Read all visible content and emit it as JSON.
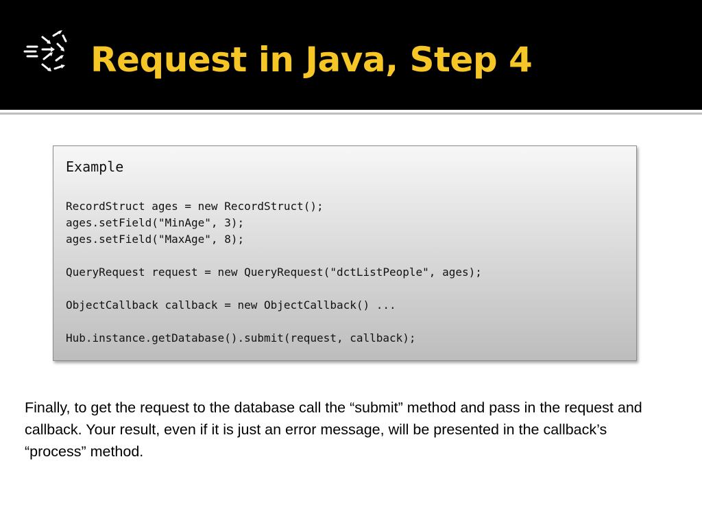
{
  "slide": {
    "title": "Request in Java, Step 4",
    "logo_icon": "scattered-arrows-icon",
    "colors": {
      "header_background": "#000000",
      "title": "#f6c626",
      "code_text": "#111111"
    }
  },
  "code_box": {
    "heading": "Example",
    "lines": [
      "RecordStruct ages = new RecordStruct();",
      "ages.setField(\"MinAge\", 3);",
      "ages.setField(\"MaxAge\", 8);",
      "",
      "QueryRequest request = new QueryRequest(\"dctListPeople\", ages);",
      "",
      "ObjectCallback callback = new ObjectCallback() ...",
      "",
      "Hub.instance.getDatabase().submit(request, callback);"
    ]
  },
  "body": {
    "paragraph": "Finally, to get the request to the database call the “submit” method and pass in the request and callback.  Your result, even if it is just an error message, will be presented in the callback’s “process” method."
  }
}
